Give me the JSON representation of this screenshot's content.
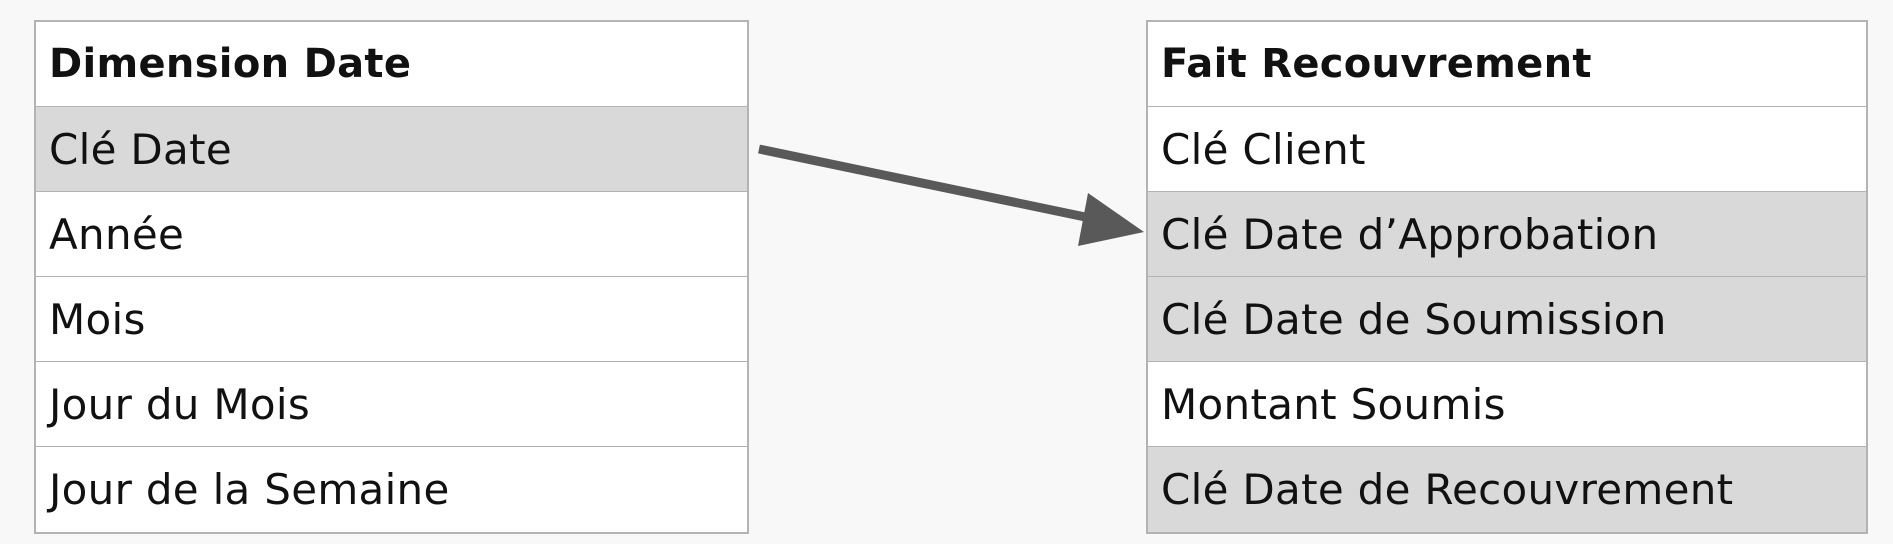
{
  "diagram": {
    "left_table": {
      "title": "Dimension Date",
      "fields": [
        {
          "label": "Clé Date",
          "highlighted": true
        },
        {
          "label": "Année",
          "highlighted": false
        },
        {
          "label": "Mois",
          "highlighted": false
        },
        {
          "label": "Jour du Mois",
          "highlighted": false
        },
        {
          "label": "Jour de la Semaine",
          "highlighted": false
        }
      ]
    },
    "right_table": {
      "title": "Fait Recouvrement",
      "fields": [
        {
          "label": "Clé Client",
          "highlighted": false
        },
        {
          "label": "Clé Date d’Approbation",
          "highlighted": true
        },
        {
          "label": "Clé Date de Soumission",
          "highlighted": true
        },
        {
          "label": "Montant Soumis",
          "highlighted": false
        },
        {
          "label": "Clé Date de Recouvrement",
          "highlighted": true
        }
      ]
    },
    "relationship": {
      "from": "Clé Date",
      "to": "Clé Date d’Approbation"
    },
    "colors": {
      "highlight": "#d9d9d9",
      "border": "#b3b3b3",
      "arrow": "#595959"
    }
  }
}
